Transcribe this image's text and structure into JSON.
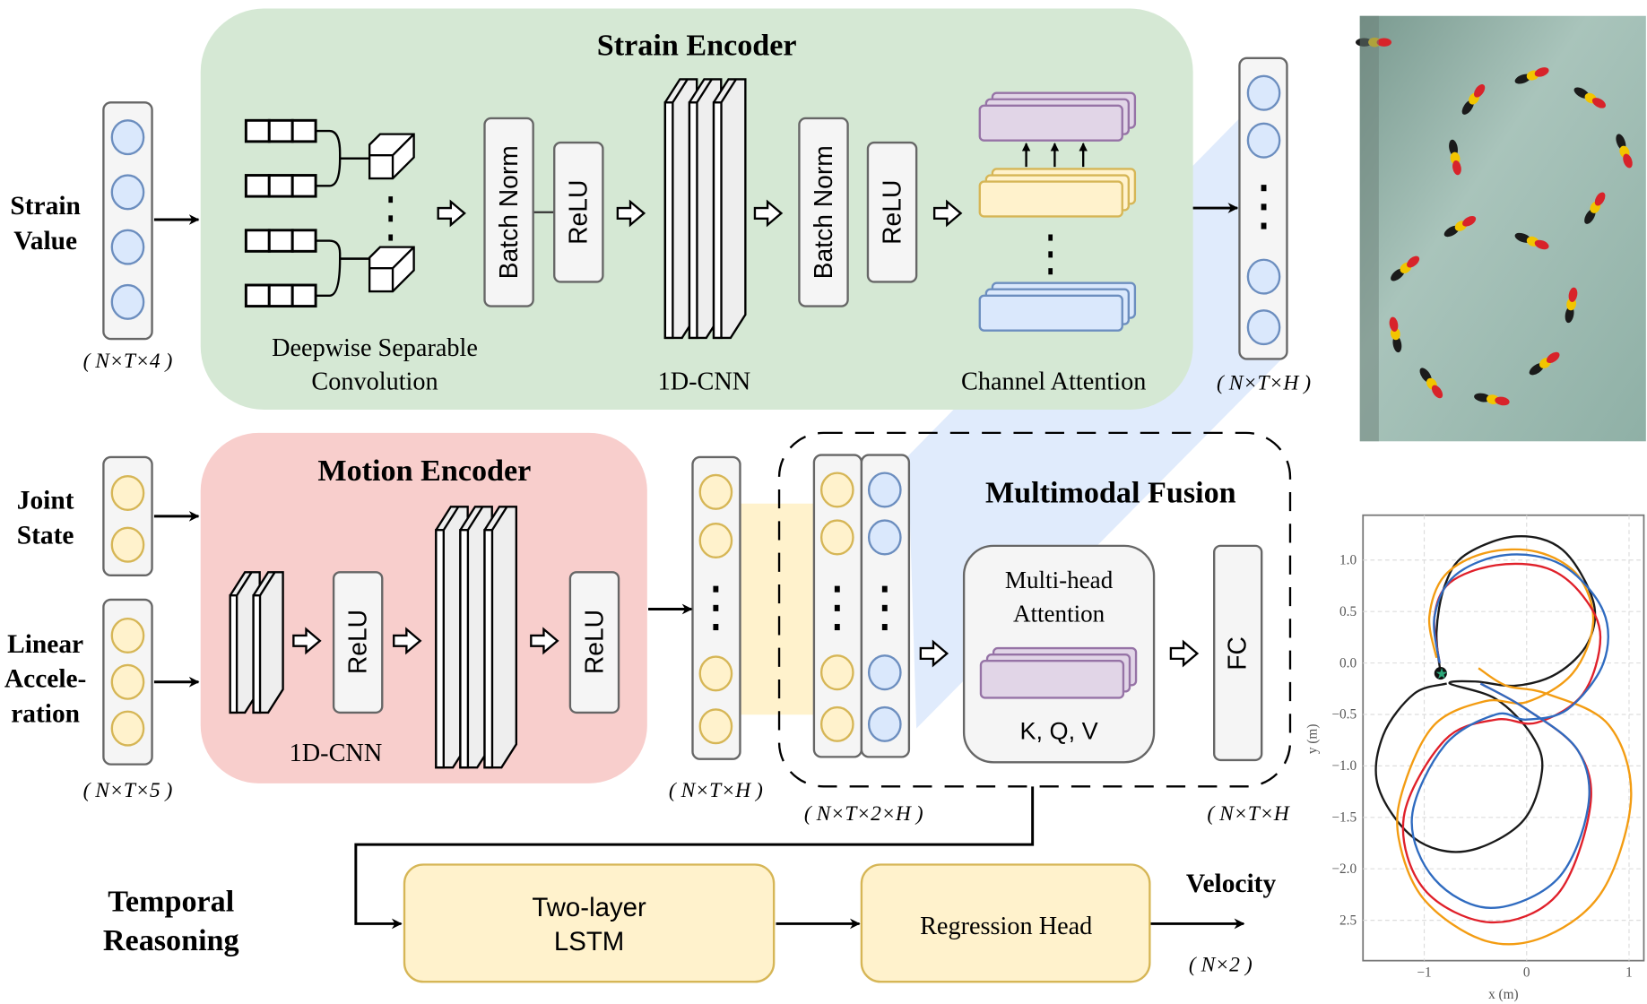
{
  "inputs": {
    "strain": {
      "line1": "Strain",
      "line2": "Value",
      "dim": "( N×T×4 )"
    },
    "joint": {
      "line1": "Joint",
      "line2": "State"
    },
    "accel": {
      "line1": "Linear",
      "line2": "Accele-",
      "line3": "ration",
      "dim": "( N×T×5 )"
    }
  },
  "strain_encoder": {
    "title": "Strain Encoder",
    "dw_line1": "Deepwise Separable",
    "dw_line2": "Convolution",
    "batch_norm": "Batch Norm",
    "relu": "ReLU",
    "cnn": "1D-CNN",
    "channel_attention": "Channel Attention",
    "output_dim": "( N×T×H )"
  },
  "motion_encoder": {
    "title": "Motion Encoder",
    "relu": "ReLU",
    "cnn": "1D-CNN",
    "output_dim": "( N×T×H )"
  },
  "fusion": {
    "title": "Multimodal Fusion",
    "concat_dim": "( N×T×2×H )",
    "attention_line1": "Multi-head",
    "attention_line2": "Attention",
    "kqv": "K, Q, V",
    "fc": "FC",
    "output_dim": "( N×T×H )"
  },
  "temporal": {
    "line1": "Temporal",
    "line2": "Reasoning",
    "lstm_line1": "Two-layer",
    "lstm_line2": "LSTM",
    "head": "Regression Head",
    "output": "Velocity",
    "output_dim": "( N×2 )"
  },
  "colors": {
    "strain_bg": "#d5e8d4",
    "motion_bg": "#f8cecc",
    "blue_node": "#dae8fc",
    "yellow_node": "#fff2cc",
    "purple": "#e1d5e7"
  },
  "photo": {
    "description_icon": "robot-fish-photo"
  },
  "chart_data": {
    "type": "line",
    "xlabel": "x (m)",
    "ylabel": "y (m)",
    "xlim": [
      -1.6,
      1.15
    ],
    "ylim": [
      -2.9,
      1.45
    ],
    "xticks": [
      "−1",
      "0",
      "1"
    ],
    "xtick_values": [
      -1,
      0,
      1
    ],
    "yticks": [
      "1.0",
      "0.5",
      "0.0",
      "−0.5",
      "−1.0",
      "−1.5",
      "−2.0",
      "2.5"
    ],
    "ytick_values": [
      1.0,
      0.5,
      0.0,
      -0.5,
      -1.0,
      -1.5,
      -2.0,
      -2.5
    ],
    "grid": true,
    "start_marker": [
      -0.84,
      -0.1
    ],
    "series": [
      {
        "color": "#1a1a1a",
        "points": [
          [
            -0.84,
            -0.1
          ],
          [
            -0.88,
            0.3
          ],
          [
            -0.8,
            0.75
          ],
          [
            -0.6,
            1.05
          ],
          [
            -0.1,
            1.23
          ],
          [
            0.35,
            1.1
          ],
          [
            0.65,
            0.6
          ],
          [
            0.6,
            0.2
          ],
          [
            0.3,
            -0.1
          ],
          [
            -0.1,
            -0.22
          ],
          [
            -0.5,
            -0.18
          ],
          [
            -0.75,
            -0.2
          ],
          [
            -0.3,
            -0.35
          ],
          [
            0.05,
            -0.7
          ],
          [
            0.15,
            -1.05
          ],
          [
            -0.05,
            -1.55
          ],
          [
            -0.6,
            -1.83
          ],
          [
            -1.1,
            -1.7
          ],
          [
            -1.45,
            -1.2
          ],
          [
            -1.4,
            -0.7
          ],
          [
            -1.1,
            -0.3
          ],
          [
            -0.78,
            -0.2
          ]
        ]
      },
      {
        "color": "#f39c12",
        "points": [
          [
            -0.88,
            0.05
          ],
          [
            -0.95,
            0.45
          ],
          [
            -0.8,
            0.85
          ],
          [
            -0.4,
            1.07
          ],
          [
            0.1,
            1.08
          ],
          [
            0.5,
            0.85
          ],
          [
            0.65,
            0.4
          ],
          [
            0.45,
            -0.1
          ],
          [
            0.0,
            -0.38
          ],
          [
            -0.4,
            -0.37
          ],
          [
            -0.9,
            -0.6
          ],
          [
            -1.2,
            -1.2
          ],
          [
            -1.25,
            -1.7
          ],
          [
            -1.0,
            -2.3
          ],
          [
            -0.4,
            -2.7
          ],
          [
            0.2,
            -2.65
          ],
          [
            0.75,
            -2.2
          ],
          [
            1.02,
            -1.3
          ],
          [
            0.8,
            -0.6
          ],
          [
            0.2,
            -0.3
          ],
          [
            -0.2,
            -0.22
          ],
          [
            -0.47,
            -0.05
          ]
        ]
      },
      {
        "color": "#e0202a",
        "points": [
          [
            -0.85,
            0.0
          ],
          [
            -0.9,
            0.45
          ],
          [
            -0.75,
            0.78
          ],
          [
            -0.3,
            0.95
          ],
          [
            0.2,
            0.92
          ],
          [
            0.55,
            0.65
          ],
          [
            0.72,
            0.25
          ],
          [
            0.55,
            -0.3
          ],
          [
            0.1,
            -0.58
          ],
          [
            -0.3,
            -0.55
          ],
          [
            -0.8,
            -0.75
          ],
          [
            -1.2,
            -1.5
          ],
          [
            -1.0,
            -2.2
          ],
          [
            -0.35,
            -2.52
          ],
          [
            0.3,
            -2.25
          ],
          [
            0.62,
            -1.4
          ],
          [
            0.5,
            -0.85
          ],
          [
            0.0,
            -0.45
          ],
          [
            -0.45,
            -0.2
          ]
        ]
      },
      {
        "color": "#2f6bc0",
        "points": [
          [
            -0.85,
            0.0
          ],
          [
            -0.9,
            0.45
          ],
          [
            -0.7,
            0.85
          ],
          [
            -0.2,
            1.05
          ],
          [
            0.35,
            0.95
          ],
          [
            0.75,
            0.5
          ],
          [
            0.75,
            0.0
          ],
          [
            0.4,
            -0.45
          ],
          [
            0.0,
            -0.55
          ],
          [
            -0.3,
            -0.5
          ],
          [
            -0.8,
            -0.8
          ],
          [
            -1.12,
            -1.5
          ],
          [
            -0.9,
            -2.1
          ],
          [
            -0.35,
            -2.38
          ],
          [
            0.3,
            -2.1
          ],
          [
            0.6,
            -1.4
          ],
          [
            0.5,
            -0.85
          ],
          [
            0.0,
            -0.45
          ],
          [
            -0.45,
            -0.2
          ]
        ]
      }
    ]
  }
}
